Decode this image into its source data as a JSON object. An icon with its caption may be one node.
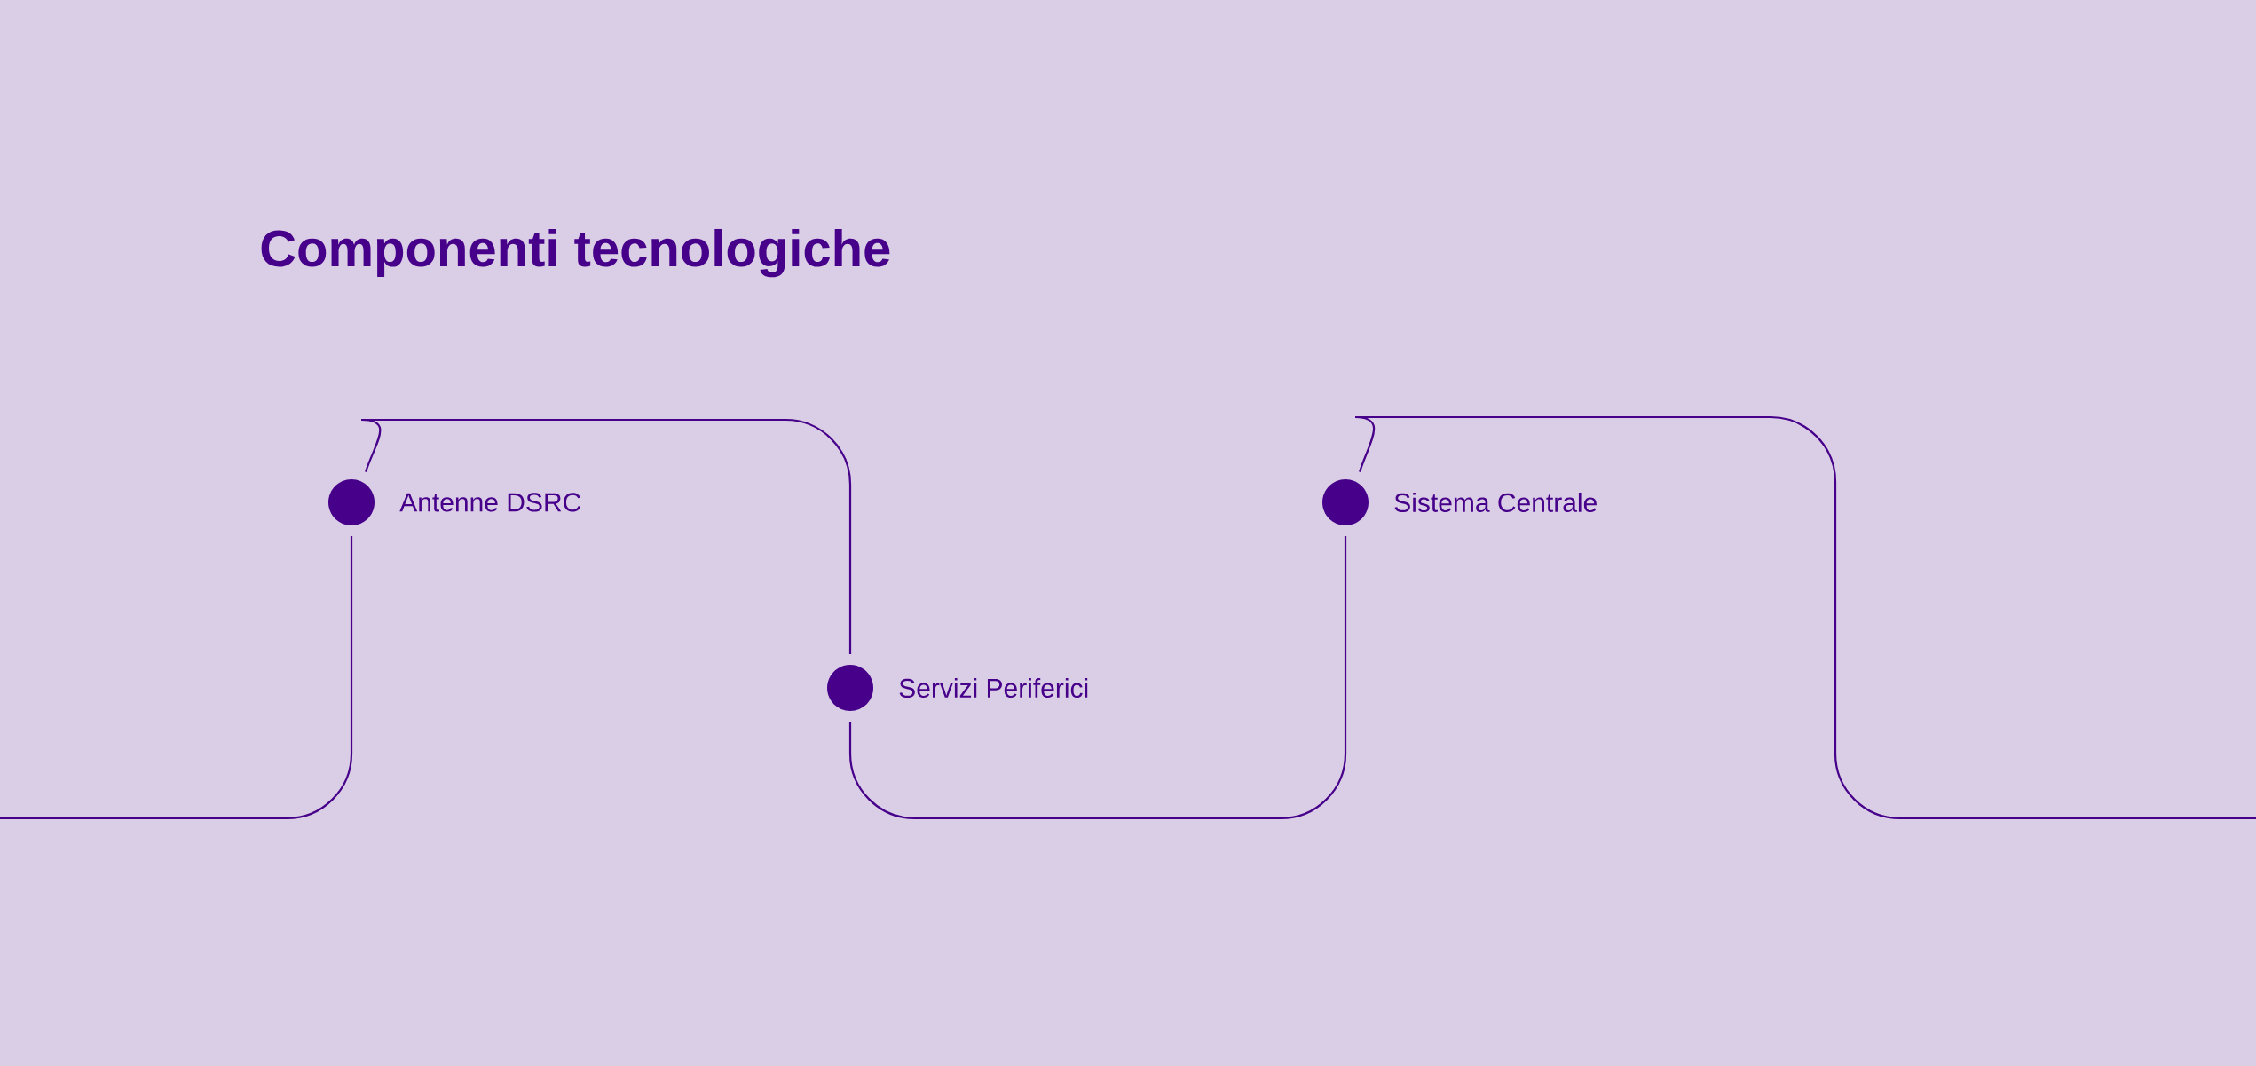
{
  "diagram": {
    "title": "Componenti tecnologiche",
    "nodes": [
      {
        "text": [],
        "shape": "circle",
        "beside": [
          "Antenne DSRC"
        ]
      },
      {
        "text": [],
        "shape": "circle",
        "beside": [
          "Servizi Periferici"
        ]
      },
      {
        "text": [],
        "shape": "circle",
        "beside": [
          "Sistema Centrale"
        ]
      }
    ],
    "edges": [
      {
        "from": null,
        "to": 0,
        "arrow": "none"
      },
      {
        "from": 0,
        "to": 1,
        "arrow": "none"
      },
      {
        "from": 1,
        "to": 2,
        "arrow": "none"
      },
      {
        "from": 2,
        "to": null,
        "arrow": "none"
      }
    ]
  }
}
